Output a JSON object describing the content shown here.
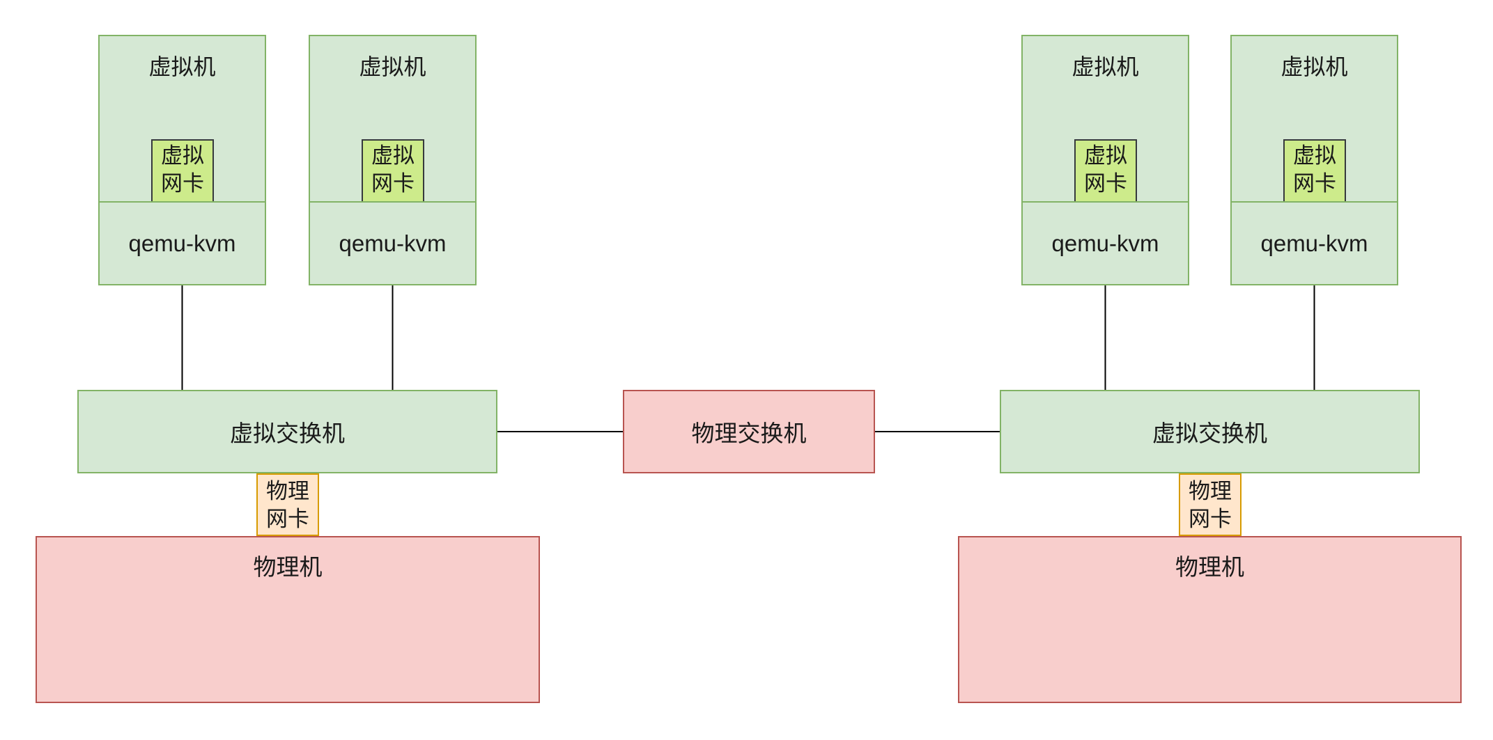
{
  "hosts": [
    {
      "vms": [
        {
          "title": "虚拟机",
          "vnic": [
            "虚拟",
            "网卡"
          ],
          "hypervisor": "qemu-kvm"
        },
        {
          "title": "虚拟机",
          "vnic": [
            "虚拟",
            "网卡"
          ],
          "hypervisor": "qemu-kvm"
        }
      ],
      "vswitch": "虚拟交换机",
      "pnic": [
        "物理",
        "网卡"
      ],
      "machine": "物理机"
    },
    {
      "vms": [
        {
          "title": "虚拟机",
          "vnic": [
            "虚拟",
            "网卡"
          ],
          "hypervisor": "qemu-kvm"
        },
        {
          "title": "虚拟机",
          "vnic": [
            "虚拟",
            "网卡"
          ],
          "hypervisor": "qemu-kvm"
        }
      ],
      "vswitch": "虚拟交换机",
      "pnic": [
        "物理",
        "网卡"
      ],
      "machine": "物理机"
    }
  ],
  "physical_switch": "物理交换机",
  "colors": {
    "virtual_fill": "#d5e8d4",
    "virtual_stroke": "#82b366",
    "vnic_fill": "#cdeb8b",
    "vnic_stroke": "#36393d",
    "physical_fill": "#f8cecc",
    "physical_stroke": "#b85450",
    "pnic_fill": "#ffe6cc",
    "pnic_stroke": "#d79b00",
    "connector": "#000000"
  }
}
